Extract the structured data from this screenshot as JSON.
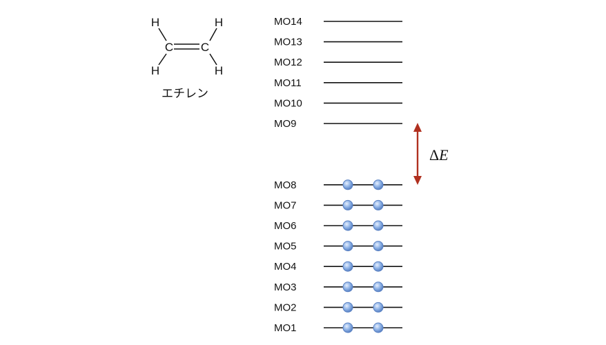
{
  "molecule": {
    "name": "エチレン",
    "atoms": {
      "h_top_left": "H",
      "h_top_right": "H",
      "h_bottom_left": "H",
      "h_bottom_right": "H",
      "c_left": "C",
      "c_right": "C"
    }
  },
  "energy_gap": {
    "delta": "Δ",
    "symbol": "E",
    "arrow_color": "#b0301f"
  },
  "colors": {
    "line": "#111111",
    "electron_fill": "#8fb3e6",
    "electron_stroke": "#5a82c4"
  },
  "orbitals": [
    {
      "label": "MO14",
      "electrons": 0
    },
    {
      "label": "MO13",
      "electrons": 0
    },
    {
      "label": "MO12",
      "electrons": 0
    },
    {
      "label": "MO11",
      "electrons": 0
    },
    {
      "label": "MO10",
      "electrons": 0
    },
    {
      "label": "MO9",
      "electrons": 0
    },
    {
      "label": "MO8",
      "electrons": 2
    },
    {
      "label": "MO7",
      "electrons": 2
    },
    {
      "label": "MO6",
      "electrons": 2
    },
    {
      "label": "MO5",
      "electrons": 2
    },
    {
      "label": "MO4",
      "electrons": 2
    },
    {
      "label": "MO3",
      "electrons": 2
    },
    {
      "label": "MO2",
      "electrons": 2
    },
    {
      "label": "MO1",
      "electrons": 2
    }
  ]
}
